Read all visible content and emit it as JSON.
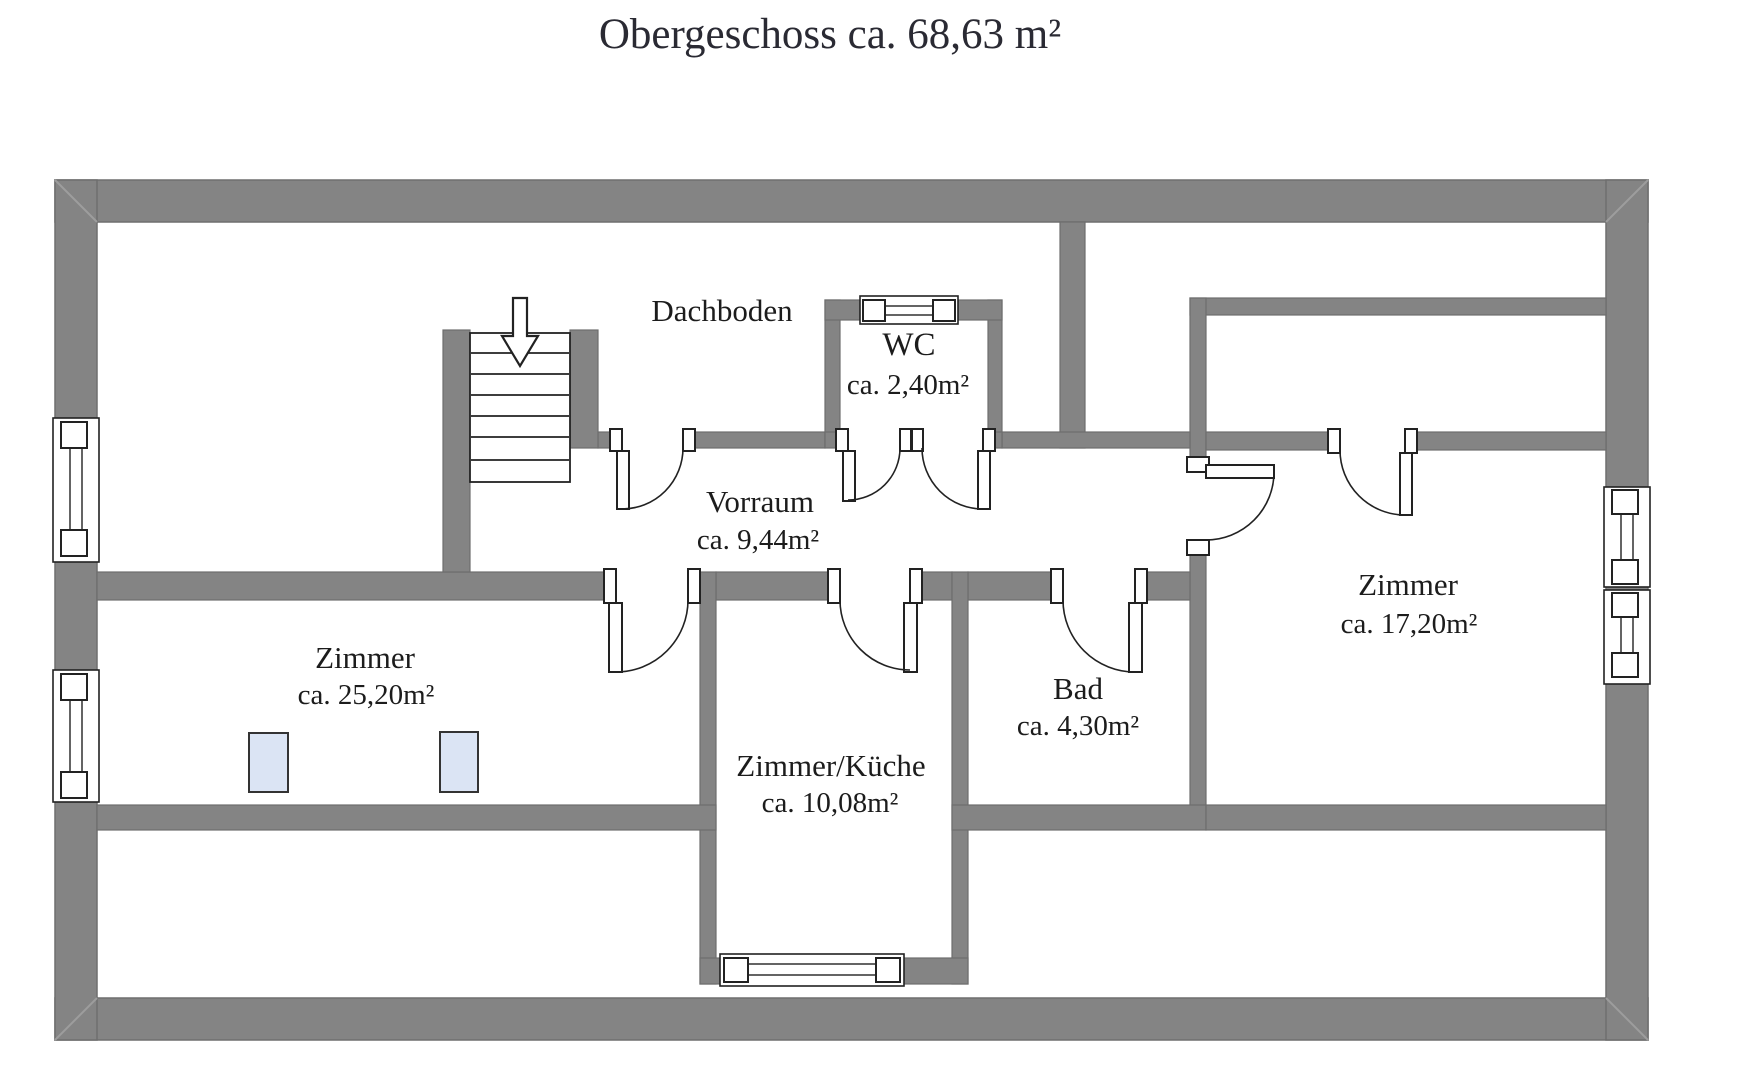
{
  "title": "Obergeschoss ca. 68,63 m²",
  "colors": {
    "wall_fill": "#848484",
    "wall_edge": "#6e6e6e",
    "line": "#222222",
    "skylight_fill": "#dbe4f4",
    "background": "#ffffff",
    "text": "#1c1c1c"
  },
  "rooms": [
    {
      "id": "dachboden",
      "name": "Dachboden",
      "area": ""
    },
    {
      "id": "wc",
      "name": "WC",
      "area": "ca. 2,40m²"
    },
    {
      "id": "vorraum",
      "name": "Vorraum",
      "area": "ca. 9,44m²"
    },
    {
      "id": "zimmer-left",
      "name": "Zimmer",
      "area": "ca. 25,20m²"
    },
    {
      "id": "zimmer-kueche",
      "name": "Zimmer/Küche",
      "area": "ca. 10,08m²"
    },
    {
      "id": "bad",
      "name": "Bad",
      "area": "ca. 4,30m²"
    },
    {
      "id": "zimmer-right",
      "name": "Zimmer",
      "area": "ca. 17,20m²"
    }
  ],
  "symbols": {
    "stairs": "stairs-down",
    "direction_arrow": "arrow-down",
    "windows": 6,
    "doors": 8,
    "skylights": 2
  }
}
